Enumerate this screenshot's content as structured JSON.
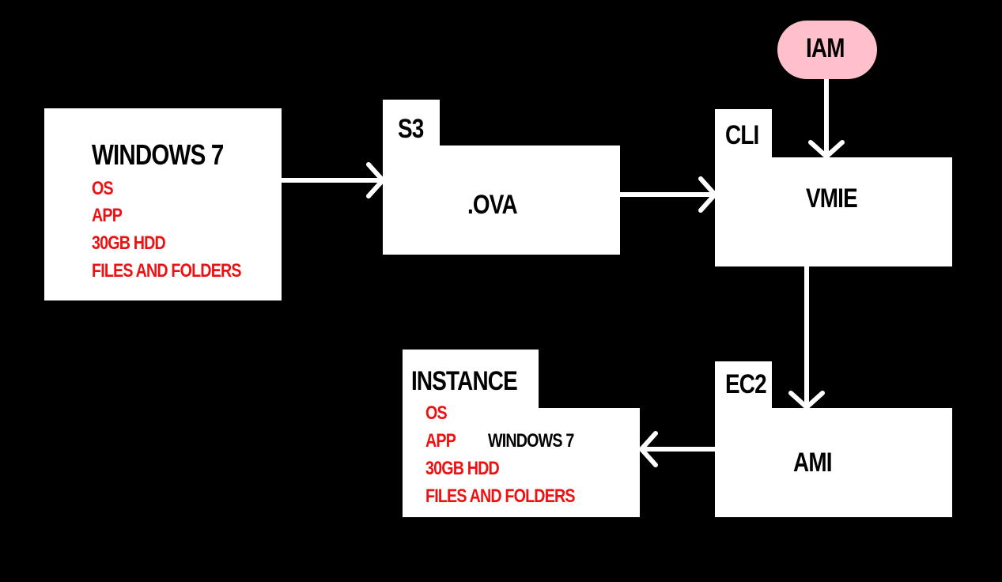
{
  "colors": {
    "background": "#000000",
    "box": "#ffffff",
    "text": "#000000",
    "accent_red": "#ee1111",
    "iam_pill": "#ffc0cb",
    "arrow": "#ffffff"
  },
  "nodes": {
    "source": {
      "title": "WINDOWS 7",
      "items": [
        "OS",
        "APP",
        "30GB HDD",
        "FILES AND FOLDERS"
      ]
    },
    "s3": {
      "tab": "S3",
      "content": ".OVA"
    },
    "cli": {
      "tab": "CLI",
      "content": "VMIE"
    },
    "iam": {
      "label": "IAM"
    },
    "ec2": {
      "tab": "EC2",
      "content": "AMI"
    },
    "instance": {
      "tab": "INSTANCE",
      "items": [
        "OS",
        "APP",
        "30GB HDD",
        "FILES AND FOLDERS"
      ],
      "side_label": "WINDOWS 7"
    }
  }
}
